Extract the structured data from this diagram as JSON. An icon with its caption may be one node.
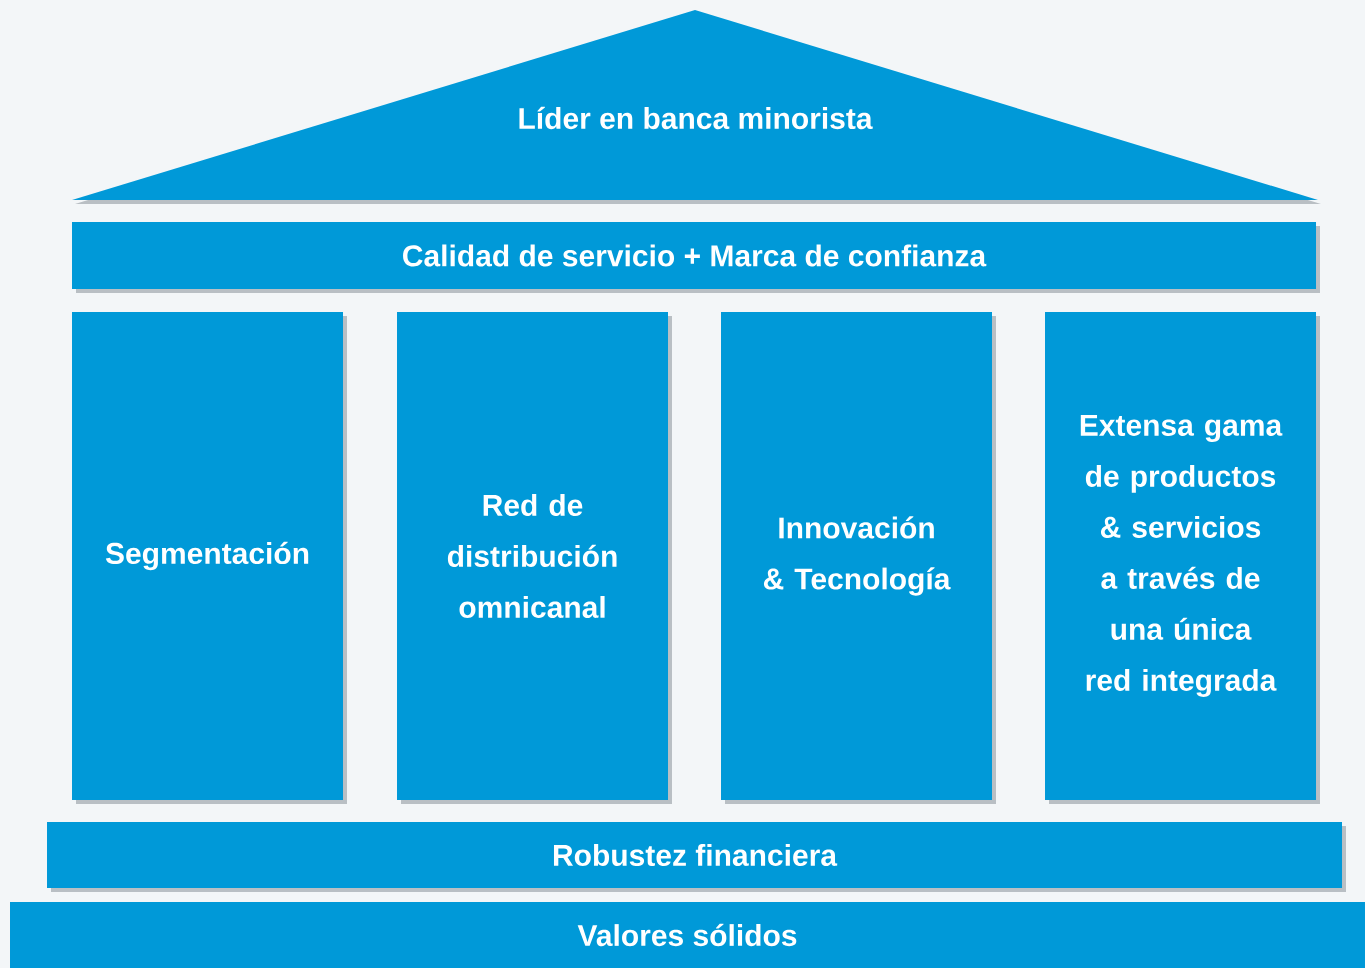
{
  "diagram": {
    "nodes": [
      {
        "text": [
          "Líder en banca minorista"
        ]
      },
      {
        "text": [
          "Calidad de servicio + Marca de confianza"
        ]
      },
      {
        "text": [
          "Segmentación"
        ]
      },
      {
        "text": [
          "Red de distribución omnicanal"
        ]
      },
      {
        "text": [
          "Innovación & Tecnología"
        ]
      },
      {
        "text": [
          "Extensa gama de productos & servicios a través de una única red integrada"
        ]
      },
      {
        "text": [
          "Robustez financiera"
        ]
      },
      {
        "text": [
          "Valores sólidos"
        ]
      }
    ]
  }
}
